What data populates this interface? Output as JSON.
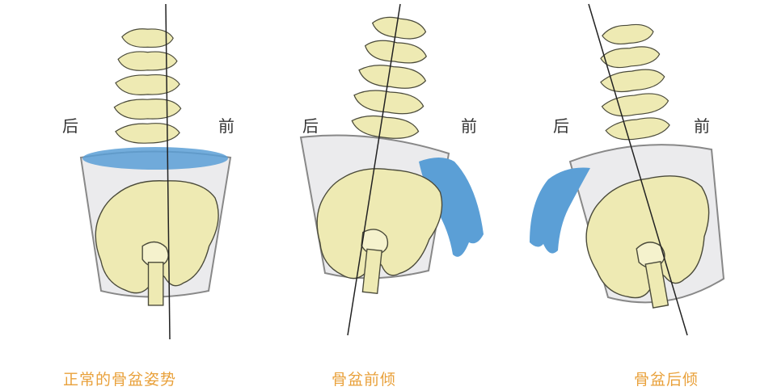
{
  "panels": [
    {
      "caption": "正常的骨盆姿势",
      "back": "后",
      "front": "前"
    },
    {
      "caption": "骨盆前倾",
      "back": "后",
      "front": "前"
    },
    {
      "caption": "骨盆后倾",
      "back": "后",
      "front": "前"
    }
  ],
  "colors": {
    "bone": "#eeeab3",
    "bone_outline": "#4a4a3a",
    "water": "#5b9fd6",
    "bucket": "#dedee1",
    "caption": "#e9a13b"
  }
}
